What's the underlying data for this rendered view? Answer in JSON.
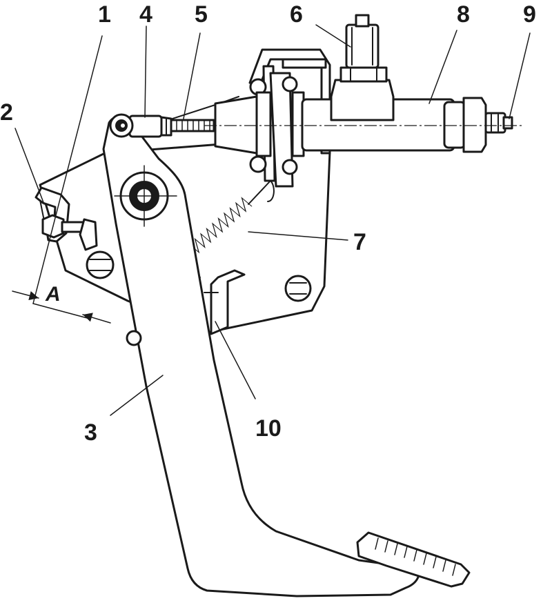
{
  "callouts": {
    "c1": "1",
    "c2": "2",
    "c3": "3",
    "c4": "4",
    "c5": "5",
    "c6": "6",
    "c7": "7",
    "c8": "8",
    "c9": "9",
    "c10": "10"
  },
  "dimension": {
    "label": "A"
  },
  "colors": {
    "line": "#1a1a1a",
    "background": "#ffffff"
  }
}
